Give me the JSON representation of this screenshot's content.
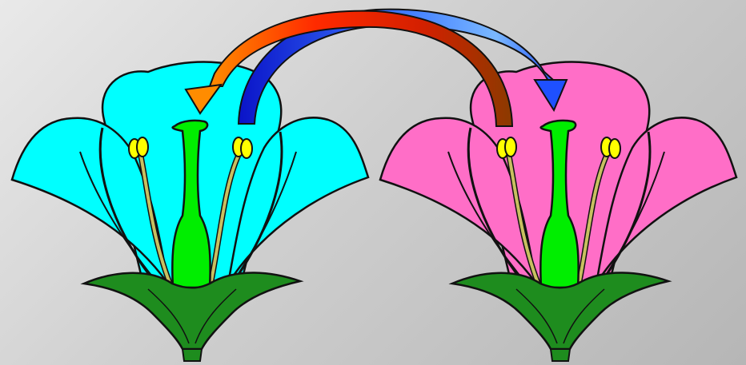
{
  "diagram": {
    "flowers": [
      {
        "id": "left-flower",
        "petal_color": "#00FFFF"
      },
      {
        "id": "right-flower",
        "petal_color": "#FF6EC7"
      }
    ],
    "colors": {
      "sepal": "#1E8C1E",
      "pistil": "#00EE00",
      "stamen_filament": "#C8C060",
      "anther": "#FFFF00",
      "outline": "#111111",
      "arrow_red_to_orange": [
        "#8B1A00",
        "#FF2A00",
        "#FF8C00"
      ],
      "arrow_blue": [
        "#0A14C8",
        "#1E50FF",
        "#7AB8FF"
      ]
    },
    "arrows": [
      {
        "from": "right-flower",
        "to": "left-flower",
        "icon": "red-arrow-icon"
      },
      {
        "from": "left-flower",
        "to": "right-flower",
        "icon": "blue-arrow-icon"
      }
    ]
  }
}
